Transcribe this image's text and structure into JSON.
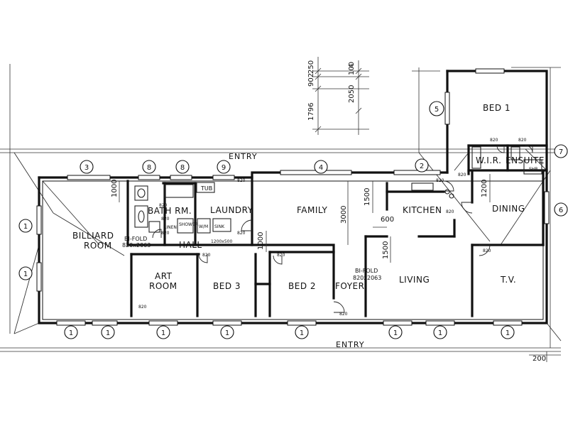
{
  "rooms": {
    "bed1": "BED 1",
    "wir": "W.I.R.",
    "ensuite": "ENSUITE",
    "family": "FAMILY",
    "kitchen": "KITCHEN",
    "dining": "DINING",
    "billiard_line1": "BILLIARD",
    "billiard_line2": "ROOM",
    "bath": "BATH RM.",
    "laundry": "LAUNDRY",
    "tub": "TUB",
    "shower": "SHOWER",
    "hall": "HALL",
    "art_line1": "ART",
    "art_line2": "ROOM",
    "bed3": "BED 3",
    "bed2": "BED 2",
    "foyer": "FOYER",
    "living": "LIVING",
    "tv": "T.V."
  },
  "labels": {
    "entry_top": "ENTRY",
    "entry_bottom": "ENTRY",
    "bifold_left_1": "BI-FOLD",
    "bifold_left_2": "820x2063",
    "bifold_right_1": "BI-FOLD",
    "bifold_right_2": "820x2063",
    "tub_size": "1200x500",
    "shr": "SHR",
    "linen": "LINEN",
    "wm": "W/M",
    "sink": "SINK"
  },
  "doors": {
    "d1": "820",
    "d2": "820",
    "d3": "820",
    "d4": "820",
    "d5": "820",
    "d6": "820",
    "d7": "820",
    "d8": "820",
    "d9": "820",
    "d10": "820",
    "d11": "820",
    "d12": "820",
    "d13": "820",
    "d14": "820",
    "d15": "820"
  },
  "dimensions": {
    "d1796": "1796",
    "d902": "902",
    "d250": "250",
    "d2050": "2050",
    "d100": "100",
    "d4": "4",
    "d1000a": "1000",
    "d1000b": "1000",
    "d1500a": "1500",
    "d1500b": "1500",
    "d3000": "3000",
    "d600": "600",
    "d1200": "1200",
    "d200": "200"
  },
  "window_types": {
    "t1": "1",
    "t2": "1",
    "t3": "1",
    "t4": "1",
    "t5": "1",
    "t6": "1",
    "t7": "1",
    "t8": "1",
    "t9": "1",
    "t10": "1",
    "t3a": "3",
    "t8a": "8",
    "t8b": "8",
    "t9a": "9",
    "t4a": "4",
    "t2a": "2",
    "t5a": "5",
    "t6a": "6",
    "t7a": "7"
  }
}
